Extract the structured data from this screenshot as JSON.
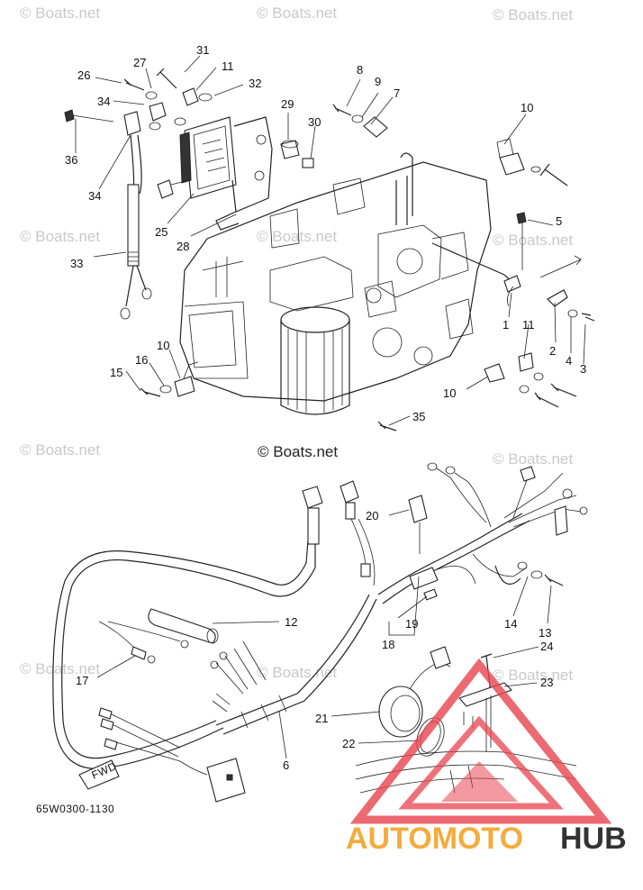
{
  "diagram": {
    "code": "65W0300-1130",
    "copyright_text": "© Boats.net",
    "watermark_text": "© Boats.net",
    "fwd_label": "FWD",
    "callouts": {
      "c1": "1",
      "c2": "2",
      "c3": "3",
      "c4": "4",
      "c5": "5",
      "c6": "6",
      "c7": "7",
      "c8": "8",
      "c9": "9",
      "c10a": "10",
      "c10b": "10",
      "c10c": "10",
      "c11a": "11",
      "c11b": "11",
      "c12": "12",
      "c13": "13",
      "c14": "14",
      "c15": "15",
      "c16": "16",
      "c17": "17",
      "c18": "18",
      "c19": "19",
      "c20": "20",
      "c21": "21",
      "c22": "22",
      "c23": "23",
      "c24": "24",
      "c25": "25",
      "c26": "26",
      "c27": "27",
      "c28": "28",
      "c29": "29",
      "c30": "30",
      "c31": "31",
      "c32": "32",
      "c33": "33",
      "c34a": "34",
      "c34b": "34",
      "c35": "35",
      "c36": "36"
    }
  },
  "logo": {
    "part1": "AUTOMOTO",
    "part2": "HUB",
    "color_primary": "#f3ac3d",
    "color_secondary": "#333333",
    "triangle_color": "#e8434f"
  }
}
